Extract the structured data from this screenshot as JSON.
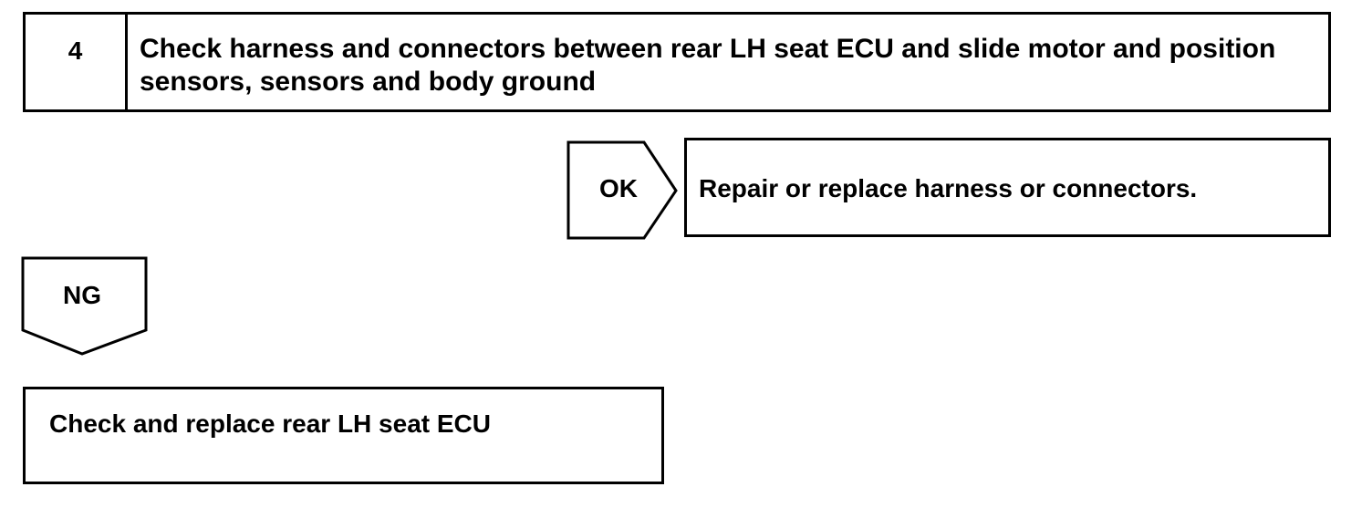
{
  "step": {
    "number": "4",
    "title": "Check harness and connectors between rear LH seat ECU and slide motor and position sensors, sensors and body ground"
  },
  "ok_branch": {
    "label": "OK",
    "result": "Repair or replace harness or connectors."
  },
  "ng_branch": {
    "label": "NG",
    "result": "Check and replace rear LH seat ECU"
  },
  "colors": {
    "line": "#000000",
    "background": "#ffffff"
  }
}
